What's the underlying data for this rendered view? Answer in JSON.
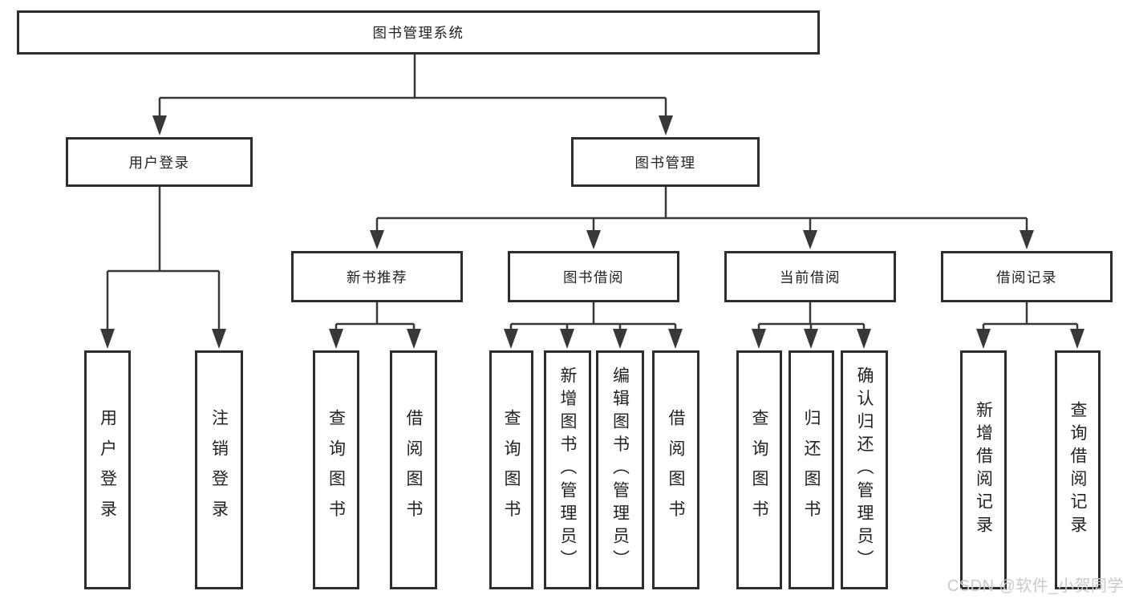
{
  "tree": {
    "root": {
      "label": "图书管理系统",
      "children": [
        {
          "label": "用户登录",
          "children": [
            {
              "label": "用户登录"
            },
            {
              "label": "注销登录"
            }
          ]
        },
        {
          "label": "图书管理",
          "children": [
            {
              "label": "新书推荐",
              "children": [
                {
                  "label": "查询图书"
                },
                {
                  "label": "借阅图书"
                }
              ]
            },
            {
              "label": "图书借阅",
              "children": [
                {
                  "label": "查询图书"
                },
                {
                  "label": "新增图书（管理员）"
                },
                {
                  "label": "编辑图书（管理员）"
                },
                {
                  "label": "借阅图书"
                }
              ]
            },
            {
              "label": "当前借阅",
              "children": [
                {
                  "label": "查询图书"
                },
                {
                  "label": "归还图书"
                },
                {
                  "label": "确认归还（管理员）"
                }
              ]
            },
            {
              "label": "借阅记录",
              "children": [
                {
                  "label": "新增借阅记录"
                },
                {
                  "label": "查询借阅记录"
                }
              ]
            }
          ]
        }
      ]
    }
  },
  "watermark": {
    "text": "CSDN @软件_小贺同学"
  },
  "colors": {
    "line": "#383838",
    "box_border": "#2d2d2d",
    "text": "#222222",
    "watermark": "#cfc8ca",
    "background": "#ffffff"
  }
}
